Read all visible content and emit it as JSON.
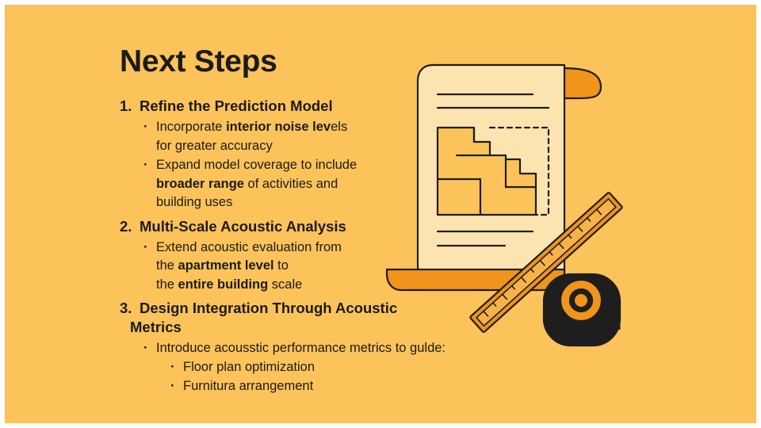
{
  "title": "Next Steps",
  "sections": [
    {
      "number": "1.",
      "title": "Refine the Prediction Model",
      "bullets": [
        {
          "pre": "Incorporate ",
          "bold": "interior noise lev",
          "post": "els",
          "line2": "for greater accuracy"
        },
        {
          "pre": "Expand model coverage to include",
          "bold": "broader range",
          "post": " of activities and",
          "line3": "building uses"
        }
      ]
    },
    {
      "number": "2.",
      "title": "Multi-Scale Acoustic Analysis",
      "bullets": [
        {
          "line1": "Extend acoustic evaluation from",
          "pre2": "the ",
          "bold2": "apartment level",
          "post2": " to",
          "pre3": "the ",
          "bold3": "entire building",
          "post3": " scale"
        }
      ]
    },
    {
      "number": "3.",
      "title": "Design Integration Through Acoustic",
      "title_cont": "Metrics",
      "bullets": [
        {
          "text": "Introduce acousstic performance metrics to gulde:"
        }
      ],
      "sub_bullets": [
        "Floor plan optimization",
        "Furnitura arrangement"
      ]
    }
  ],
  "colors": {
    "background": "#fbc35a",
    "text": "#1b1b1b",
    "paper": "#fce4b0",
    "accent_orange": "#f0941c",
    "tape_body": "#1e1e1e"
  },
  "icons": [
    "blueprint-scroll-icon",
    "ruler-icon",
    "tape-measure-icon"
  ]
}
